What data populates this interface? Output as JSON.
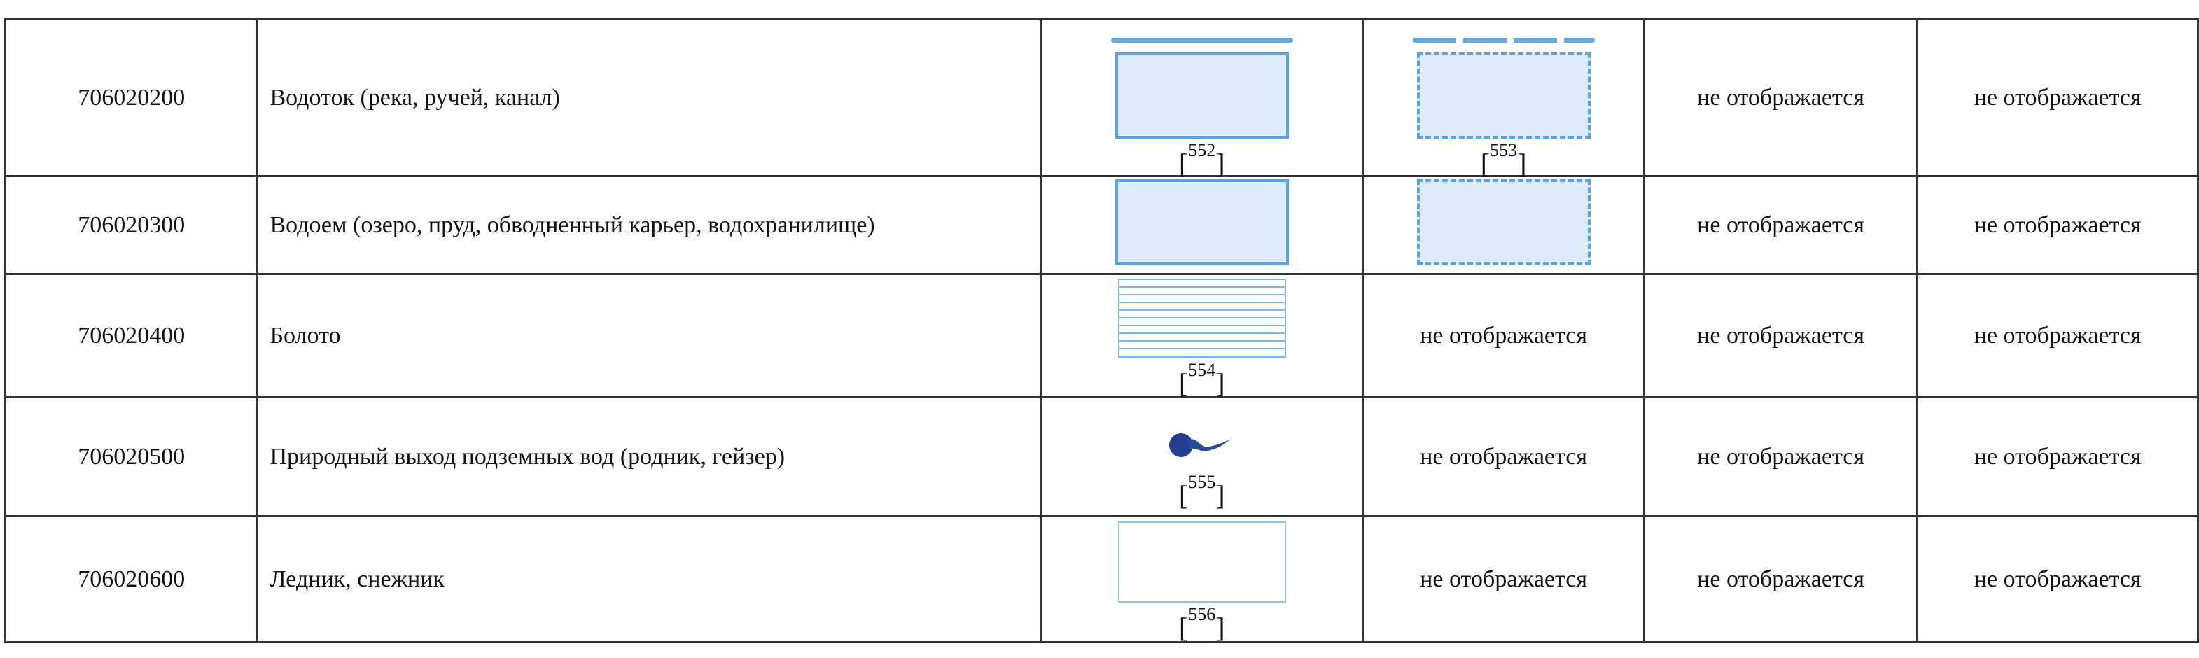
{
  "not_shown": "не отображается",
  "rows": [
    {
      "code": "706020200",
      "name": "Водоток (река, ручей, канал)",
      "ref1": "552",
      "ref2": "553"
    },
    {
      "code": "706020300",
      "name": "Водоем (озеро, пруд, обводненный карьер, водохранилище)"
    },
    {
      "code": "706020400",
      "name": "Болото",
      "ref1": "554"
    },
    {
      "code": "706020500",
      "name": "Природный выход подземных вод (родник, гейзер)",
      "ref1": "555"
    },
    {
      "code": "706020600",
      "name": "Ледник, снежник",
      "ref1": "556"
    }
  ],
  "colors": {
    "water_line": "#6aa9dc",
    "water_fill": "#dcebf7",
    "spring": "#233f8f"
  }
}
